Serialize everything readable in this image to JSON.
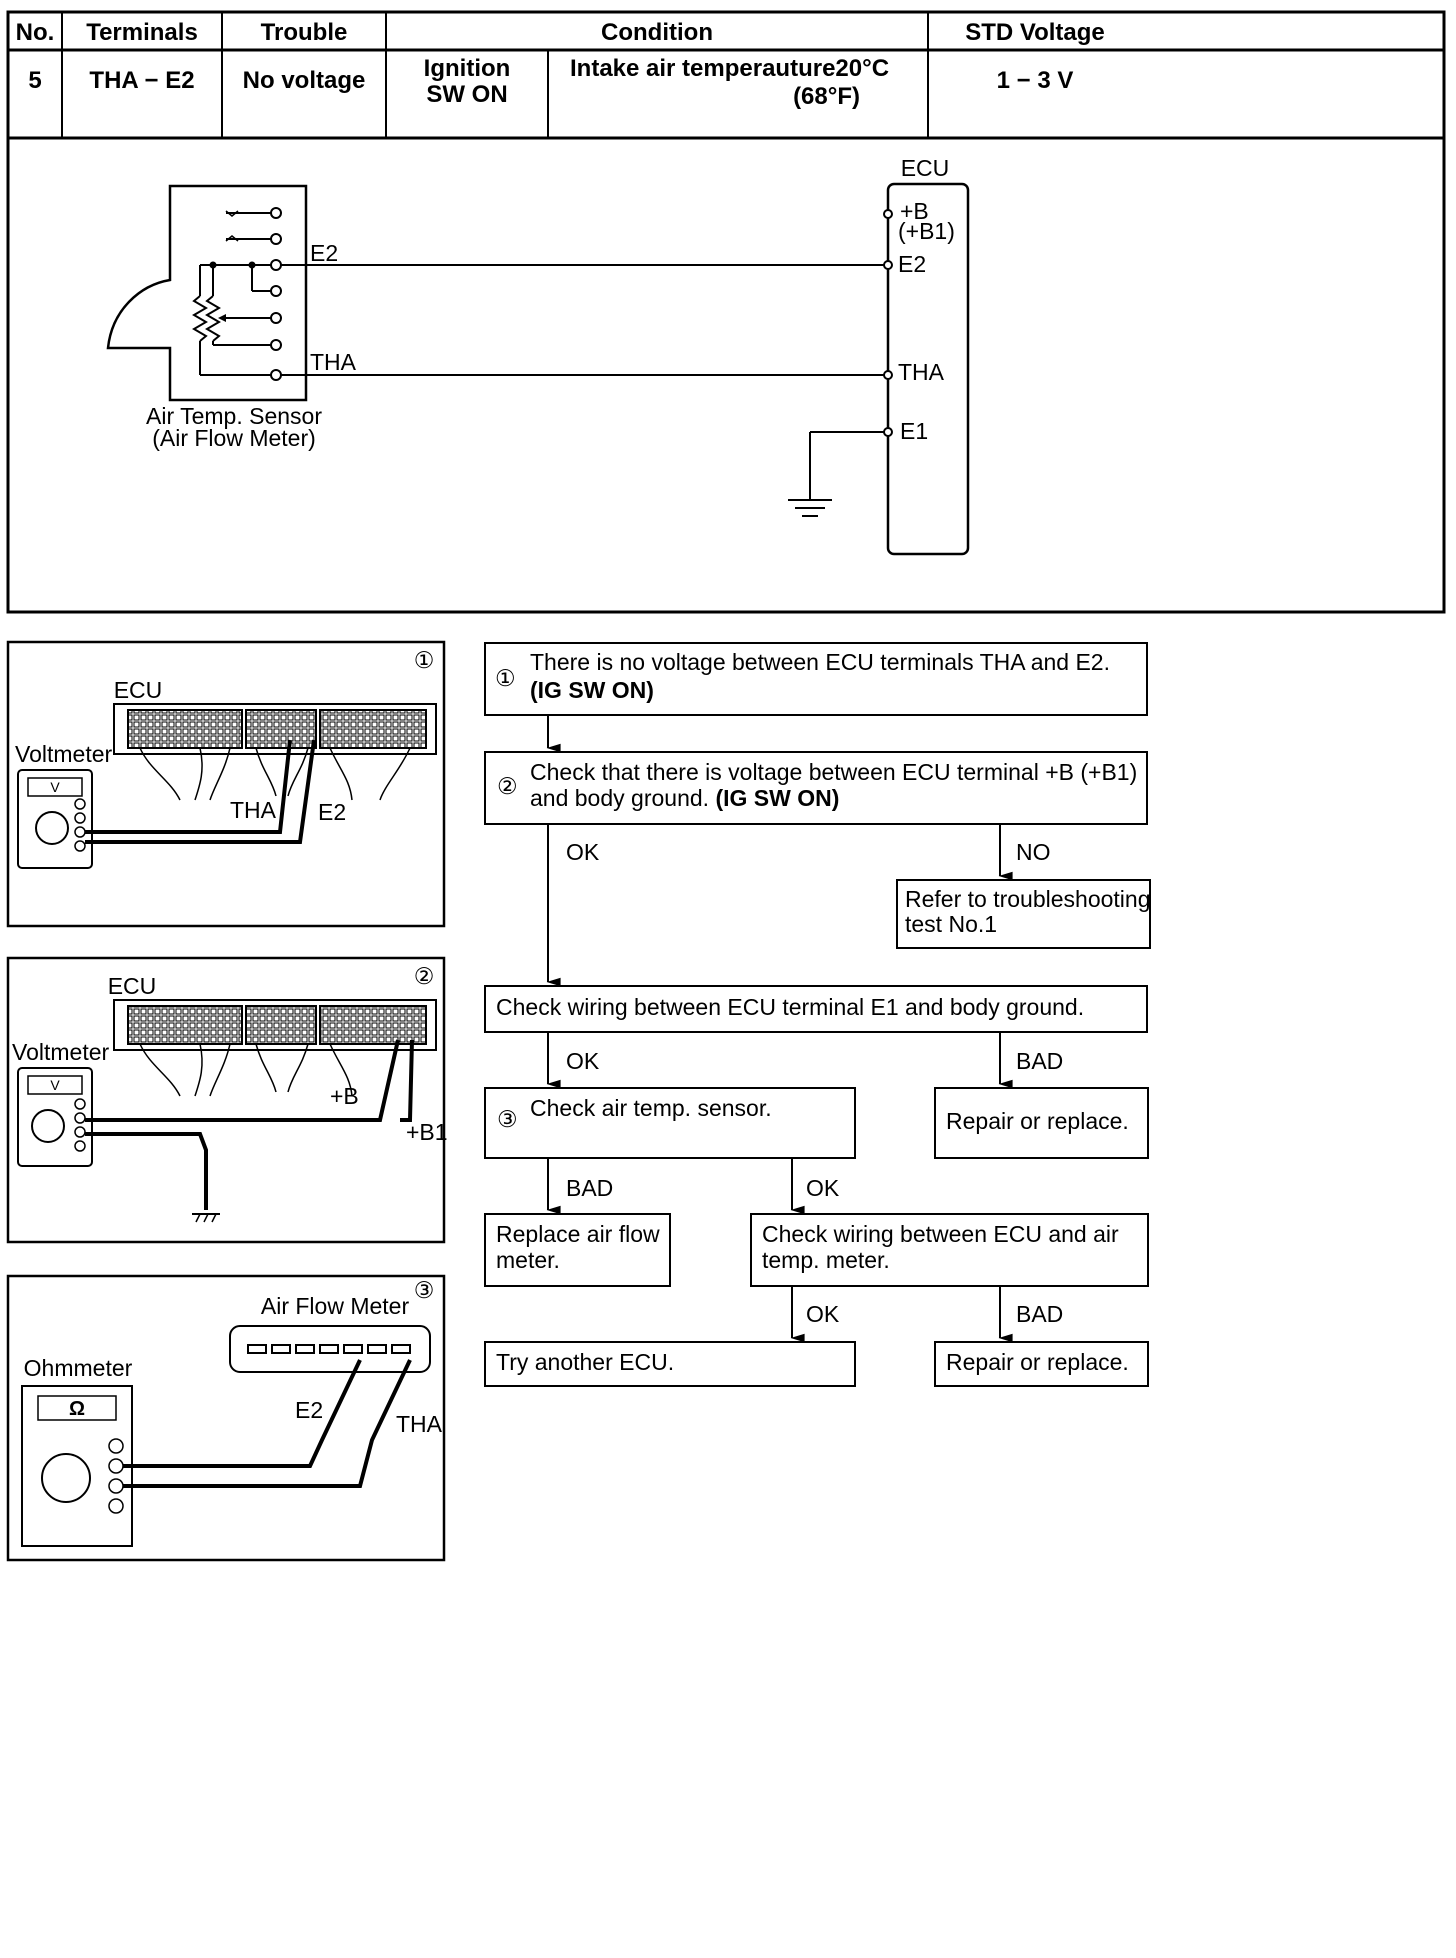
{
  "table": {
    "headers": [
      "No.",
      "Terminals",
      "Trouble",
      "Condition",
      "STD Voltage"
    ],
    "row": {
      "no": "5",
      "terminals": "THA − E2",
      "trouble": "No voltage",
      "ignition_line1": "Ignition",
      "ignition_line2": "SW ON",
      "condition_line1": "Intake air temperauture20°C",
      "condition_line2": "(68°F)",
      "std_voltage": "1 − 3 V"
    }
  },
  "circuit": {
    "ecu_title": "ECU",
    "ecu_terminals": [
      "+B",
      "(+B1)",
      "E2",
      "THA",
      "E1"
    ],
    "wire_e2": "E2",
    "wire_tha": "THA",
    "sensor_line1": "Air Temp. Sensor",
    "sensor_line2": "(Air Flow Meter)"
  },
  "panels": [
    {
      "num": "①",
      "ecu": "ECU",
      "meter": "Voltmeter",
      "display": "V",
      "probe1": "THA",
      "probe2": "E2"
    },
    {
      "num": "②",
      "ecu": "ECU",
      "meter": "Voltmeter",
      "display": "V",
      "probe1": "+B",
      "probe2": "+B1"
    },
    {
      "num": "③",
      "part": "Air Flow Meter",
      "meter": "Ohmmeter",
      "display": "Ω",
      "probe1": "E2",
      "probe2": "THA"
    }
  ],
  "flow": {
    "step1_num": "①",
    "step1_line1": "There is no voltage between ECU terminals THA and E2.",
    "step1_line2": "(IG SW ON)",
    "step2_num": "②",
    "step2_line1": "Check that there is voltage between ECU terminal +B (+B1)",
    "step2_line2a": "and body ground. ",
    "step2_line2b": "(IG SW ON)",
    "ok": "OK",
    "no": "NO",
    "bad": "BAD",
    "refer_line1": "Refer to troubleshooting",
    "refer_line2": "test No.1",
    "check_e1": "Check wiring between ECU terminal E1 and body ground.",
    "repair_replace": "Repair or replace.",
    "step3_num": "③",
    "step3": "Check air temp. sensor.",
    "replace_line1": "Replace air flow",
    "replace_line2": "meter.",
    "wiring_line1": "Check wiring between ECU and air",
    "wiring_line2": "temp. meter.",
    "try_ecu": "Try another ECU."
  }
}
